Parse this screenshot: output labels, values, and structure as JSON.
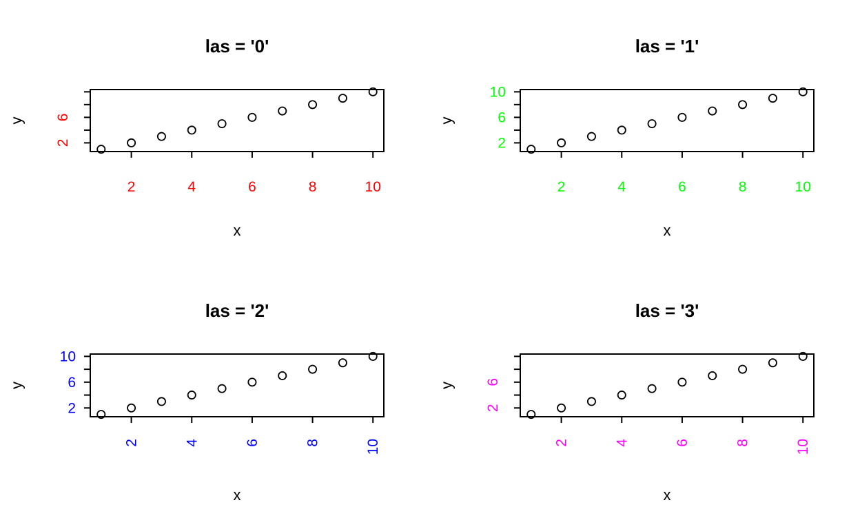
{
  "chart_data": [
    {
      "type": "scatter",
      "title": "las = '0'",
      "xlabel": "x",
      "ylabel": "y",
      "las": 0,
      "tick_color": "#FF0000",
      "x": [
        1,
        2,
        3,
        4,
        5,
        6,
        7,
        8,
        9,
        10
      ],
      "y": [
        1,
        2,
        3,
        4,
        5,
        6,
        7,
        8,
        9,
        10
      ],
      "xlim": [
        0.64,
        10.36
      ],
      "ylim": [
        0.64,
        10.36
      ],
      "x_ticks": [
        2,
        4,
        6,
        8,
        10
      ],
      "x_tick_labels": [
        "2",
        "4",
        "6",
        "8",
        "10"
      ],
      "y_ticks": [
        2,
        4,
        6,
        8,
        10
      ],
      "y_tick_labels": [
        "2",
        "",
        "6",
        "",
        ""
      ],
      "marker": "open-circle",
      "grid": false
    },
    {
      "type": "scatter",
      "title": "las = '1'",
      "xlabel": "x",
      "ylabel": "y",
      "las": 1,
      "tick_color": "#00FF00",
      "x": [
        1,
        2,
        3,
        4,
        5,
        6,
        7,
        8,
        9,
        10
      ],
      "y": [
        1,
        2,
        3,
        4,
        5,
        6,
        7,
        8,
        9,
        10
      ],
      "xlim": [
        0.64,
        10.36
      ],
      "ylim": [
        0.64,
        10.36
      ],
      "x_ticks": [
        2,
        4,
        6,
        8,
        10
      ],
      "x_tick_labels": [
        "2",
        "4",
        "6",
        "8",
        "10"
      ],
      "y_ticks": [
        2,
        4,
        6,
        8,
        10
      ],
      "y_tick_labels": [
        "2",
        "",
        "6",
        "",
        "10"
      ],
      "marker": "open-circle",
      "grid": false
    },
    {
      "type": "scatter",
      "title": "las = '2'",
      "xlabel": "x",
      "ylabel": "y",
      "las": 2,
      "tick_color": "#0000FF",
      "x": [
        1,
        2,
        3,
        4,
        5,
        6,
        7,
        8,
        9,
        10
      ],
      "y": [
        1,
        2,
        3,
        4,
        5,
        6,
        7,
        8,
        9,
        10
      ],
      "xlim": [
        0.64,
        10.36
      ],
      "ylim": [
        0.64,
        10.36
      ],
      "x_ticks": [
        2,
        4,
        6,
        8,
        10
      ],
      "x_tick_labels": [
        "2",
        "4",
        "6",
        "8",
        "10"
      ],
      "y_ticks": [
        2,
        4,
        6,
        8,
        10
      ],
      "y_tick_labels": [
        "2",
        "",
        "6",
        "",
        "10"
      ],
      "marker": "open-circle",
      "grid": false
    },
    {
      "type": "scatter",
      "title": "las = '3'",
      "xlabel": "x",
      "ylabel": "y",
      "las": 3,
      "tick_color": "#FF00FF",
      "x": [
        1,
        2,
        3,
        4,
        5,
        6,
        7,
        8,
        9,
        10
      ],
      "y": [
        1,
        2,
        3,
        4,
        5,
        6,
        7,
        8,
        9,
        10
      ],
      "xlim": [
        0.64,
        10.36
      ],
      "ylim": [
        0.64,
        10.36
      ],
      "x_ticks": [
        2,
        4,
        6,
        8,
        10
      ],
      "x_tick_labels": [
        "2",
        "4",
        "6",
        "8",
        "10"
      ],
      "y_ticks": [
        2,
        4,
        6,
        8,
        10
      ],
      "y_tick_labels": [
        "2",
        "",
        "6",
        "",
        ""
      ],
      "marker": "open-circle",
      "grid": false
    }
  ]
}
